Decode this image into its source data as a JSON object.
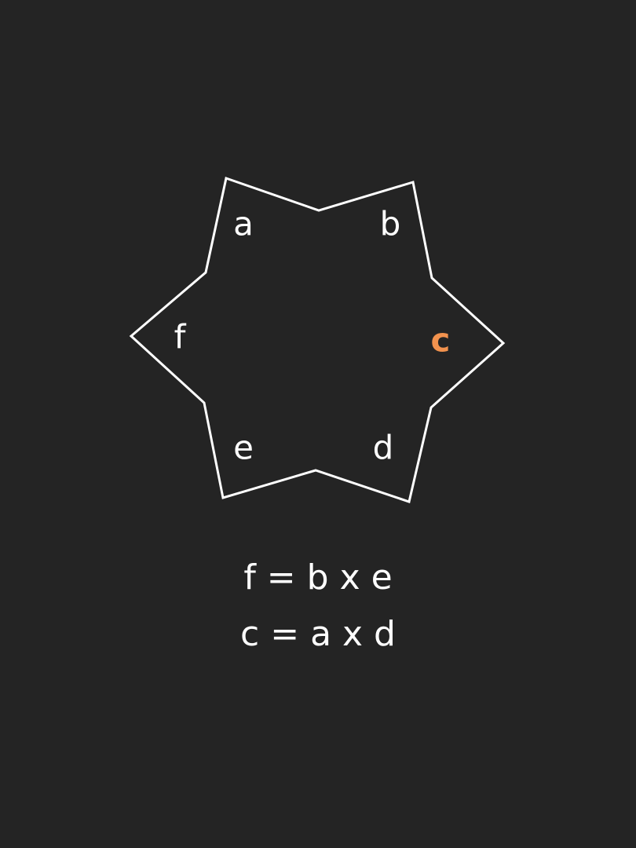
{
  "colors": {
    "background": "#242424",
    "foreground": "#ffffff",
    "accent": "#f2924e"
  },
  "diagram": {
    "labels": {
      "a": "a",
      "b": "b",
      "c": "c",
      "d": "d",
      "e": "e",
      "f": "f"
    },
    "highlighted_label": "c"
  },
  "equations": [
    "f = b x e",
    "c = a x d"
  ]
}
